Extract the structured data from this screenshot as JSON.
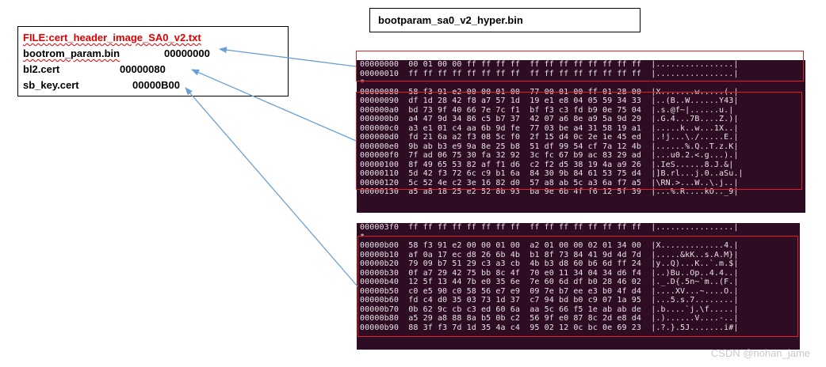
{
  "legend": {
    "title": "FILE:cert_header_image_SA0_v2.txt",
    "rows": [
      {
        "name": "bootrom_param.bin",
        "offset": "00000000"
      },
      {
        "name": "bl2.cert",
        "offset": "00000080"
      },
      {
        "name": "sb_key.cert",
        "offset": "00000B00"
      }
    ]
  },
  "target_file": "bootparam_sa0_v2_hyper.bin",
  "dump1": [
    {
      "addr": "00000000",
      "hex": "00 01 00 00 ff ff ff ff  ff ff ff ff ff ff ff ff",
      "ascii": "|................|"
    },
    {
      "addr": "00000010",
      "hex": "ff ff ff ff ff ff ff ff  ff ff ff ff ff ff ff ff",
      "ascii": "|................|"
    },
    {
      "addr": "*",
      "hex": "",
      "ascii": ""
    },
    {
      "addr": "00000080",
      "hex": "58 f3 91 e2 00 00 01 00  77 00 01 00 ff 01 28 00",
      "ascii": "|X.......w.....(.|"
    },
    {
      "addr": "00000090",
      "hex": "df 1d 28 42 f8 a7 57 1d  19 e1 e8 04 05 59 34 33",
      "ascii": "|..(B..W......Y43|"
    },
    {
      "addr": "000000a0",
      "hex": "bd 73 9f 40 66 7e 7c f1  bf f3 c3 fd b9 0e 75 04",
      "ascii": "|.s.@f~|......u.|"
    },
    {
      "addr": "000000b0",
      "hex": "a4 47 9d 34 86 c5 b7 37  42 07 a6 8e a9 5a 9d 29",
      "ascii": "|.G.4...7B....Z.)|"
    },
    {
      "addr": "000000c0",
      "hex": "a3 e1 01 c4 aa 6b 9d fe  77 03 be a4 31 58 19 a1",
      "ascii": "|.....k..w...1X..|"
    },
    {
      "addr": "000000d0",
      "hex": "fd 21 6a a2 f3 08 5c f0  2f 15 d4 0c 2e 1e 45 ed",
      "ascii": "|.!j...\\./.....E.|"
    },
    {
      "addr": "000000e0",
      "hex": "9b ab b3 e9 9a 8e 25 b8  51 df 99 54 cf 7a 12 4b",
      "ascii": "|......%.Q..T.z.K|"
    },
    {
      "addr": "000000f0",
      "hex": "7f ad 06 75 30 fa 32 92  3c fc 67 b9 ac 83 29 ad",
      "ascii": "|...u0.2.<.g...).|"
    },
    {
      "addr": "00000100",
      "hex": "8f 49 65 53 82 af f1 d6  c2 f2 d5 38 19 4a a9 26",
      "ascii": "|.IeS......8.J.&|"
    },
    {
      "addr": "00000110",
      "hex": "5d 42 f3 72 6c c9 b1 6a  84 30 9b 84 61 53 75 d4",
      "ascii": "|]B.rl...j.0..aSu.|"
    },
    {
      "addr": "00000120",
      "hex": "5c 52 4e c2 3e 16 82 d0  57 a8 ab 5c a3 6a f7 a5",
      "ascii": "|\\RN.>...W..\\.j..|"
    },
    {
      "addr": "00000130",
      "hex": "a5 a8 18 25 e2 52 8b 93  ba 9e 6b 4f f6 12 5f 39",
      "ascii": "|...%.R....kO.._9|"
    }
  ],
  "dump2": [
    {
      "addr": "000003f0",
      "hex": "ff ff ff ff ff ff ff ff  ff ff ff ff ff ff ff ff",
      "ascii": "|................|"
    },
    {
      "addr": "*",
      "hex": "",
      "ascii": ""
    },
    {
      "addr": "00000b00",
      "hex": "58 f3 91 e2 00 00 01 00  a2 01 00 00 02 01 34 00",
      "ascii": "|X.............4.|"
    },
    {
      "addr": "00000b10",
      "hex": "af 0a 17 ec d8 26 6b 4b  b1 8f 73 84 41 9d 4d 7d",
      "ascii": "|.....&kK..s.A.M}|"
    },
    {
      "addr": "00000b20",
      "hex": "79 09 b7 51 29 c3 a3 cb  4b b3 d8 60 b6 6d ff 24",
      "ascii": "|y..Q)...K..`.m.$|"
    },
    {
      "addr": "00000b30",
      "hex": "0f a7 29 42 75 bb 8c 4f  70 e0 11 34 04 34 d6 f4",
      "ascii": "|..)Bu..Op..4.4..|"
    },
    {
      "addr": "00000b40",
      "hex": "12 5f 13 44 7b e0 35 6e  7e 60 6d df b0 28 46 02",
      "ascii": "|._.D{.5n~`m..(F.|"
    },
    {
      "addr": "00000b50",
      "hex": "c0 e5 90 c0 58 56 e7 e9  09 7e b7 ee e3 b0 4f d4",
      "ascii": "|....XV...~....O.|"
    },
    {
      "addr": "00000b60",
      "hex": "fd c4 d0 35 03 73 1d 37  c7 94 bd b0 c9 07 1a 95",
      "ascii": "|...5.s.7........|"
    },
    {
      "addr": "00000b70",
      "hex": "0b 62 9c cb c3 ed 60 6a  aa 5c 66 f5 1e ab ab de",
      "ascii": "|.b....`j.\\f.....|"
    },
    {
      "addr": "00000b80",
      "hex": "a5 29 a8 88 8a b5 0b c2  56 9f e0 87 8c 2d e8 d4",
      "ascii": "|.)......V....-..|"
    },
    {
      "addr": "00000b90",
      "hex": "88 3f f3 7d 1d 35 4a c4  95 02 12 0c bc 0e 69 23",
      "ascii": "|.?.}.5J.......i#|"
    }
  ],
  "watermark": "CSDN @nohan_jame",
  "colors": {
    "arrow": "#6a9fd4",
    "highlight": "#e02020",
    "title_red": "#e00000",
    "terminal_bg": "#2e0d24"
  }
}
